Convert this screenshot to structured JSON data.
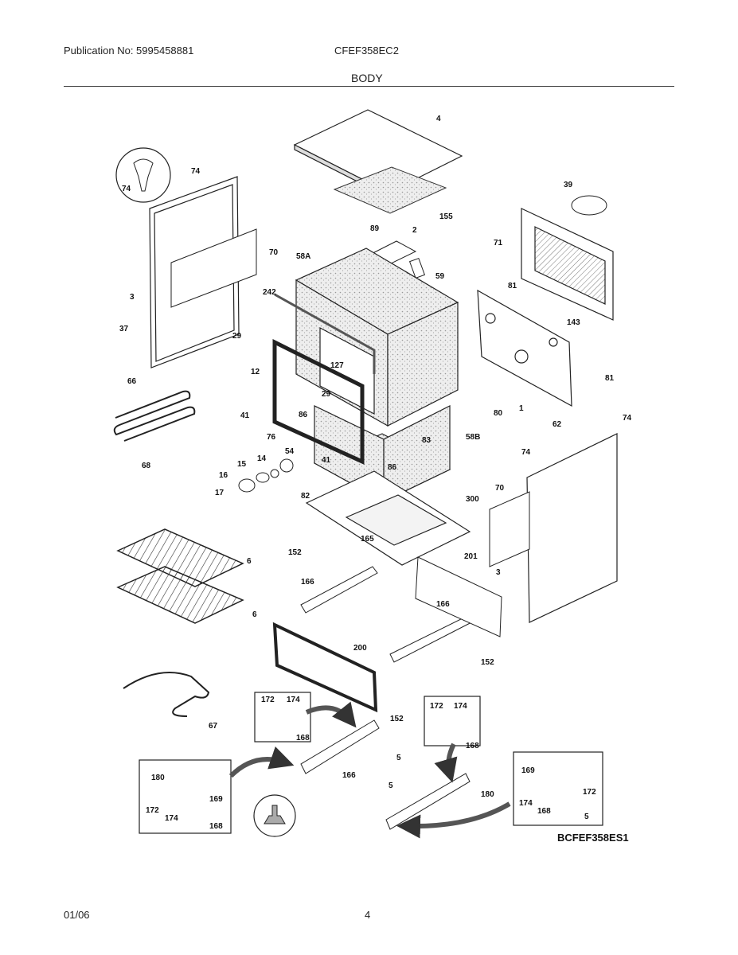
{
  "header": {
    "publication": "Publication No: 5995458881",
    "model": "CFEF358EC2",
    "section": "BODY"
  },
  "footer": {
    "date": "01/06",
    "page": "4"
  },
  "diagram": {
    "code": "BCFEF358ES1",
    "callouts": [
      "4",
      "155",
      "89",
      "2",
      "58A",
      "59",
      "39",
      "71",
      "74",
      "74",
      "70",
      "3",
      "37",
      "242",
      "29",
      "12",
      "127",
      "29",
      "81",
      "143",
      "81",
      "66",
      "68",
      "41",
      "76",
      "86",
      "83",
      "58B",
      "80",
      "1",
      "62",
      "74",
      "15",
      "14",
      "54",
      "16",
      "17",
      "41",
      "86",
      "74",
      "82",
      "300",
      "70",
      "3",
      "165",
      "6",
      "6",
      "152",
      "166",
      "201",
      "166",
      "200",
      "152",
      "152",
      "67",
      "172",
      "174",
      "168",
      "172",
      "174",
      "168",
      "5",
      "180",
      "169",
      "172",
      "174",
      "168",
      "166",
      "5",
      "180",
      "169",
      "172",
      "174",
      "168",
      "5"
    ]
  }
}
